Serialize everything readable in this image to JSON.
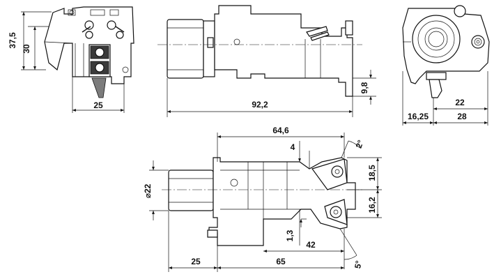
{
  "dimensions": {
    "front_height_total": "37,5",
    "front_height": "30",
    "front_width": "25",
    "side_length": "92,2",
    "side_flange": "9,8",
    "right_width_22": "22",
    "right_offset": "16,25",
    "right_width_28": "28",
    "top_length": "64,6",
    "top_gap": "4",
    "top_angle_top": "2°",
    "top_upper_height": "18,5",
    "top_lower_height": "16,2",
    "top_diameter": "⌀22",
    "top_gap_bottom": "1,3",
    "top_length_42": "42",
    "top_angle_bottom": "5°",
    "top_shank": "25",
    "top_length_65": "65"
  }
}
